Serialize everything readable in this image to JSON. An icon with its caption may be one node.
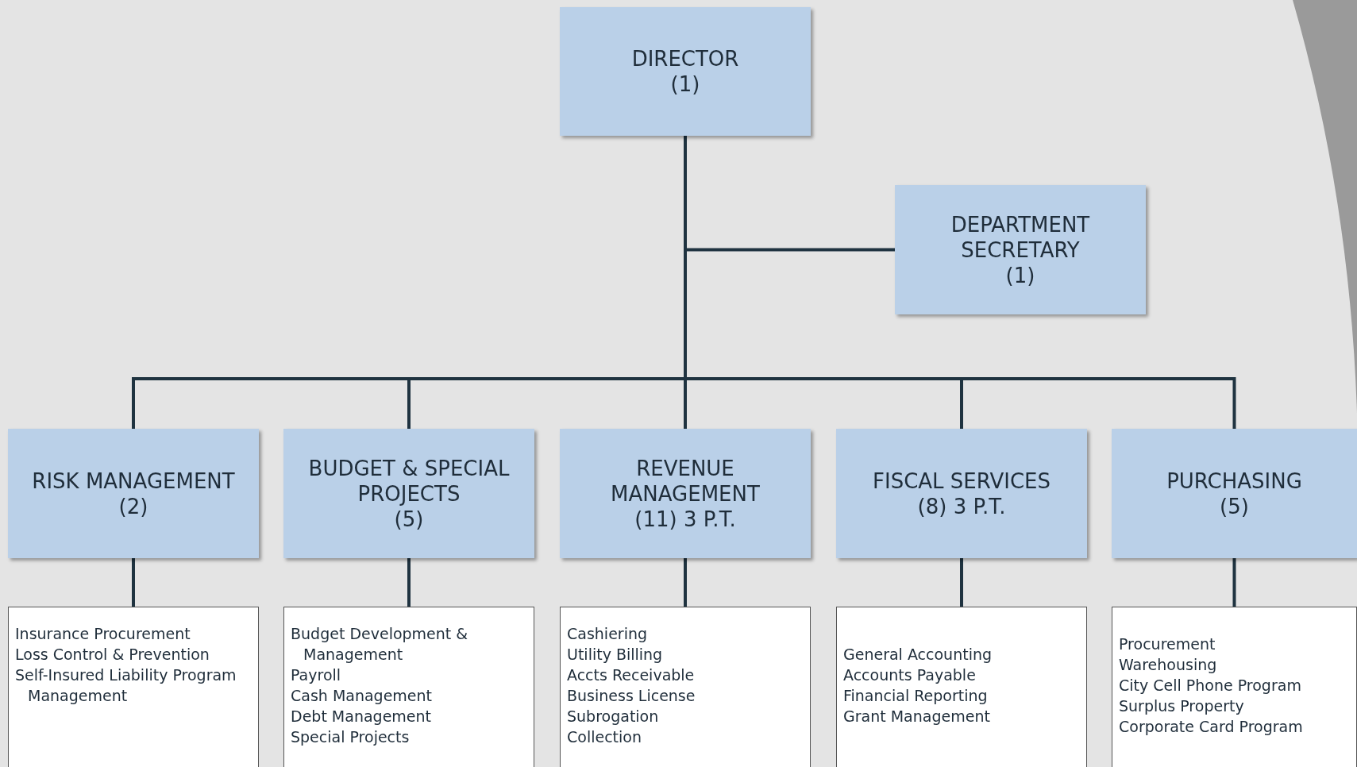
{
  "diagram": {
    "nodes": [
      {
        "text": [
          "DIRECTOR",
          "(1)"
        ]
      },
      {
        "text": [
          "DEPARTMENT SECRETARY",
          "(1)"
        ]
      },
      {
        "text": [
          "RISK MANAGEMENT",
          "(2)"
        ]
      },
      {
        "text": [
          "BUDGET & SPECIAL PROJECTS",
          "(5)"
        ]
      },
      {
        "text": [
          "REVENUE MANAGEMENT",
          "(11) 3 P.T."
        ]
      },
      {
        "text": [
          "FISCAL SERVICES",
          "(8) 3 P.T."
        ]
      },
      {
        "text": [
          "PURCHASING",
          "(5)"
        ]
      },
      {
        "text": [
          "Insurance Procurement",
          "Loss Control & Prevention",
          "Self-Insured Liability Program Management"
        ]
      },
      {
        "text": [
          "Budget Development & Management",
          "Payroll",
          "Cash Management",
          "Debt Management",
          "Special Projects"
        ]
      },
      {
        "text": [
          "Cashiering",
          "Utility Billing",
          "Accts Receivable",
          "Business License",
          "Subrogation",
          "Collection"
        ]
      },
      {
        "text": [
          "General Accounting",
          "Accounts Payable",
          "Financial Reporting",
          "Grant Management"
        ]
      },
      {
        "text": [
          "Procurement",
          "Warehousing",
          "City Cell Phone Program",
          "Surplus Property",
          "Corporate Card Program"
        ]
      }
    ],
    "edges": [
      {
        "from": 0,
        "to": 1,
        "arrow": "none"
      },
      {
        "from": 0,
        "to": 2,
        "arrow": "none"
      },
      {
        "from": 0,
        "to": 3,
        "arrow": "none"
      },
      {
        "from": 0,
        "to": 4,
        "arrow": "none"
      },
      {
        "from": 0,
        "to": 5,
        "arrow": "none"
      },
      {
        "from": 0,
        "to": 6,
        "arrow": "none"
      },
      {
        "from": 2,
        "to": 7,
        "arrow": "none"
      },
      {
        "from": 3,
        "to": 8,
        "arrow": "none"
      },
      {
        "from": 4,
        "to": 9,
        "arrow": "none"
      },
      {
        "from": 5,
        "to": 10,
        "arrow": "none"
      },
      {
        "from": 6,
        "to": 11,
        "arrow": "none"
      }
    ]
  }
}
